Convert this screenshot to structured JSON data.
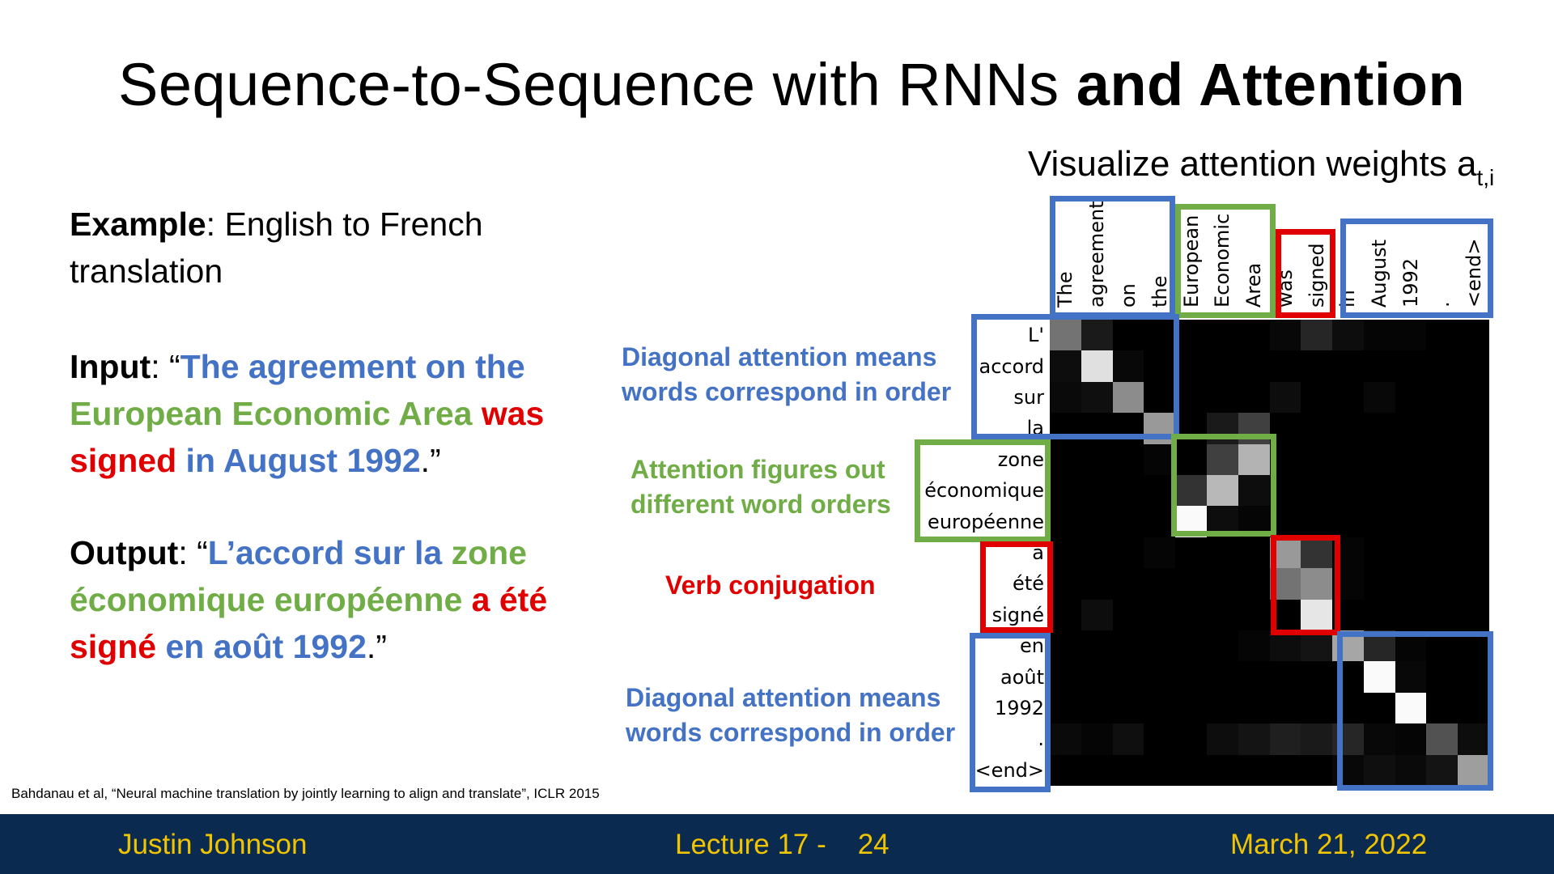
{
  "slide": {
    "title_light": "Sequence-to-Sequence with RNNs",
    "title_bold": "and Attention",
    "viz_title": "Visualize attention weights a",
    "viz_sub": "t,i"
  },
  "example": {
    "label": "Example",
    "text": ": English to French translation"
  },
  "input": {
    "label": "Input",
    "open": ": “",
    "p1": "The agreement on the",
    "p2": "European Economic Area",
    "p3": "was signed",
    "p4": "in August 1992",
    "close": ".”"
  },
  "output": {
    "label": "Output",
    "open": ": “",
    "p1": "L’accord sur la",
    "p2": "zone économique européenne",
    "p3": "a été signé",
    "p4": "en août 1992",
    "close": ".”"
  },
  "annotations": {
    "diag1_l1": "Diagonal attention means",
    "diag1_l2": "words correspond in order",
    "order_l1": "Attention figures out",
    "order_l2": "different word orders",
    "verb": "Verb conjugation",
    "diag2_l1": "Diagonal attention means",
    "diag2_l2": "words correspond in order"
  },
  "citation": "Bahdanau et al, “Neural machine translation by jointly learning to align and translate”, ICLR 2015",
  "footer": {
    "author": "Justin Johnson",
    "lecture": "Lecture 17 -",
    "page": "24",
    "date": "March 21, 2022"
  },
  "colors": {
    "blue": "#4472c4",
    "green": "#70ad47",
    "red": "#e00000",
    "footer_bg": "#0a2a4f",
    "footer_text": "#f0c400"
  },
  "heatmap": {
    "source_words": [
      "The",
      "agreement",
      "on",
      "the",
      "European",
      "Economic",
      "Area",
      "was",
      "signed",
      "in",
      "August",
      "1992",
      ".",
      "<end>"
    ],
    "target_words": [
      "L'",
      "accord",
      "sur",
      "la",
      "zone",
      "économique",
      "européenne",
      "a",
      "été",
      "signé",
      "en",
      "août",
      "1992",
      ".",
      "<end>"
    ],
    "weights": [
      [
        0.45,
        0.1,
        0.0,
        0.0,
        0.0,
        0.0,
        0.0,
        0.03,
        0.15,
        0.05,
        0.02,
        0.02,
        0.0,
        0.0
      ],
      [
        0.05,
        0.88,
        0.03,
        0.0,
        0.0,
        0.0,
        0.0,
        0.0,
        0.0,
        0.0,
        0.0,
        0.0,
        0.0,
        0.0
      ],
      [
        0.04,
        0.06,
        0.55,
        0.0,
        0.0,
        0.0,
        0.0,
        0.05,
        0.0,
        0.0,
        0.03,
        0.0,
        0.0,
        0.0
      ],
      [
        0.0,
        0.0,
        0.0,
        0.6,
        0.0,
        0.1,
        0.25,
        0.0,
        0.0,
        0.0,
        0.0,
        0.0,
        0.0,
        0.0
      ],
      [
        0.0,
        0.0,
        0.0,
        0.02,
        0.0,
        0.25,
        0.7,
        0.0,
        0.0,
        0.0,
        0.0,
        0.0,
        0.0,
        0.0
      ],
      [
        0.0,
        0.0,
        0.0,
        0.0,
        0.2,
        0.72,
        0.05,
        0.0,
        0.0,
        0.0,
        0.0,
        0.0,
        0.0,
        0.0
      ],
      [
        0.0,
        0.0,
        0.0,
        0.0,
        0.98,
        0.05,
        0.02,
        0.0,
        0.0,
        0.0,
        0.0,
        0.0,
        0.0,
        0.0
      ],
      [
        0.0,
        0.0,
        0.0,
        0.02,
        0.0,
        0.0,
        0.0,
        0.6,
        0.2,
        0.02,
        0.0,
        0.0,
        0.0,
        0.0
      ],
      [
        0.0,
        0.0,
        0.0,
        0.0,
        0.0,
        0.0,
        0.0,
        0.45,
        0.55,
        0.02,
        0.0,
        0.0,
        0.0,
        0.0
      ],
      [
        0.0,
        0.05,
        0.0,
        0.0,
        0.0,
        0.0,
        0.0,
        0.0,
        0.9,
        0.0,
        0.0,
        0.0,
        0.0,
        0.0
      ],
      [
        0.0,
        0.0,
        0.0,
        0.0,
        0.0,
        0.0,
        0.02,
        0.05,
        0.08,
        0.65,
        0.15,
        0.02,
        0.0,
        0.0
      ],
      [
        0.0,
        0.0,
        0.0,
        0.0,
        0.0,
        0.0,
        0.0,
        0.0,
        0.0,
        0.0,
        0.98,
        0.03,
        0.0,
        0.0
      ],
      [
        0.0,
        0.0,
        0.0,
        0.0,
        0.0,
        0.0,
        0.0,
        0.0,
        0.0,
        0.0,
        0.0,
        0.98,
        0.0,
        0.0
      ],
      [
        0.04,
        0.02,
        0.06,
        0.0,
        0.0,
        0.05,
        0.08,
        0.12,
        0.1,
        0.15,
        0.03,
        0.02,
        0.32,
        0.05
      ],
      [
        0.0,
        0.0,
        0.0,
        0.0,
        0.0,
        0.0,
        0.0,
        0.0,
        0.0,
        0.03,
        0.06,
        0.04,
        0.08,
        0.62
      ]
    ]
  }
}
